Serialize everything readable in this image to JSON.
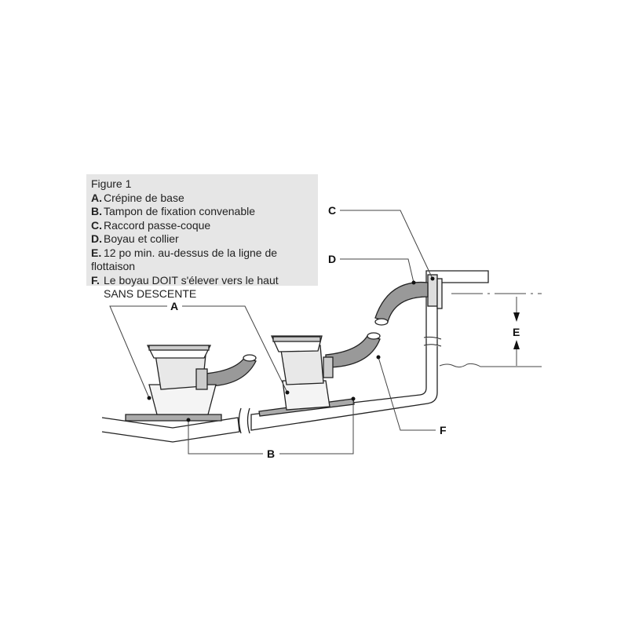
{
  "legend": {
    "title": "Figure 1",
    "items": [
      {
        "key": "A.",
        "text": "Crépine de base"
      },
      {
        "key": "B.",
        "text": "Tampon de fixation convenable"
      },
      {
        "key": "C.",
        "text": "Raccord passe-coque"
      },
      {
        "key": "D.",
        "text": "Boyau et collier"
      },
      {
        "key": "E.",
        "text": "12 po min. au-dessus de la ligne de flottaison"
      },
      {
        "key": "F.",
        "text": "Le boyau DOIT s'élever vers le haut",
        "text2": "SANS DESCENTE"
      }
    ]
  },
  "callouts": {
    "a": "A",
    "b": "B",
    "c": "C",
    "d": "D",
    "e": "E",
    "f": "F"
  }
}
